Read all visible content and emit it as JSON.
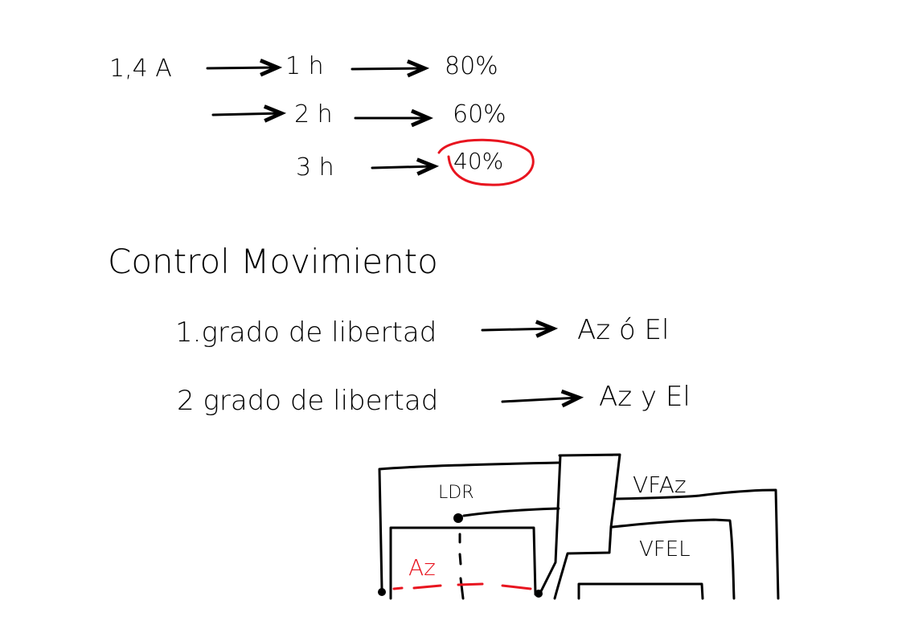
{
  "battery": {
    "current": "1,4 A",
    "rows": [
      {
        "time": "1 h",
        "percent": "80%"
      },
      {
        "time": "2 h",
        "percent": "60%"
      },
      {
        "time": "3 h",
        "percent": "40%"
      }
    ]
  },
  "motion": {
    "title": "Control Movimiento",
    "items": [
      {
        "label": "1.grado de libertad",
        "result": "Az ó El"
      },
      {
        "label": "2 grado de libertad",
        "result": "Az y El"
      }
    ]
  },
  "diagram": {
    "ldr_label": "LDR",
    "az_label": "Az",
    "vfaz_label": "VFAz",
    "vfel_label": "VFEL"
  },
  "colors": {
    "ink": "#000000",
    "highlight": "#e8141f"
  }
}
